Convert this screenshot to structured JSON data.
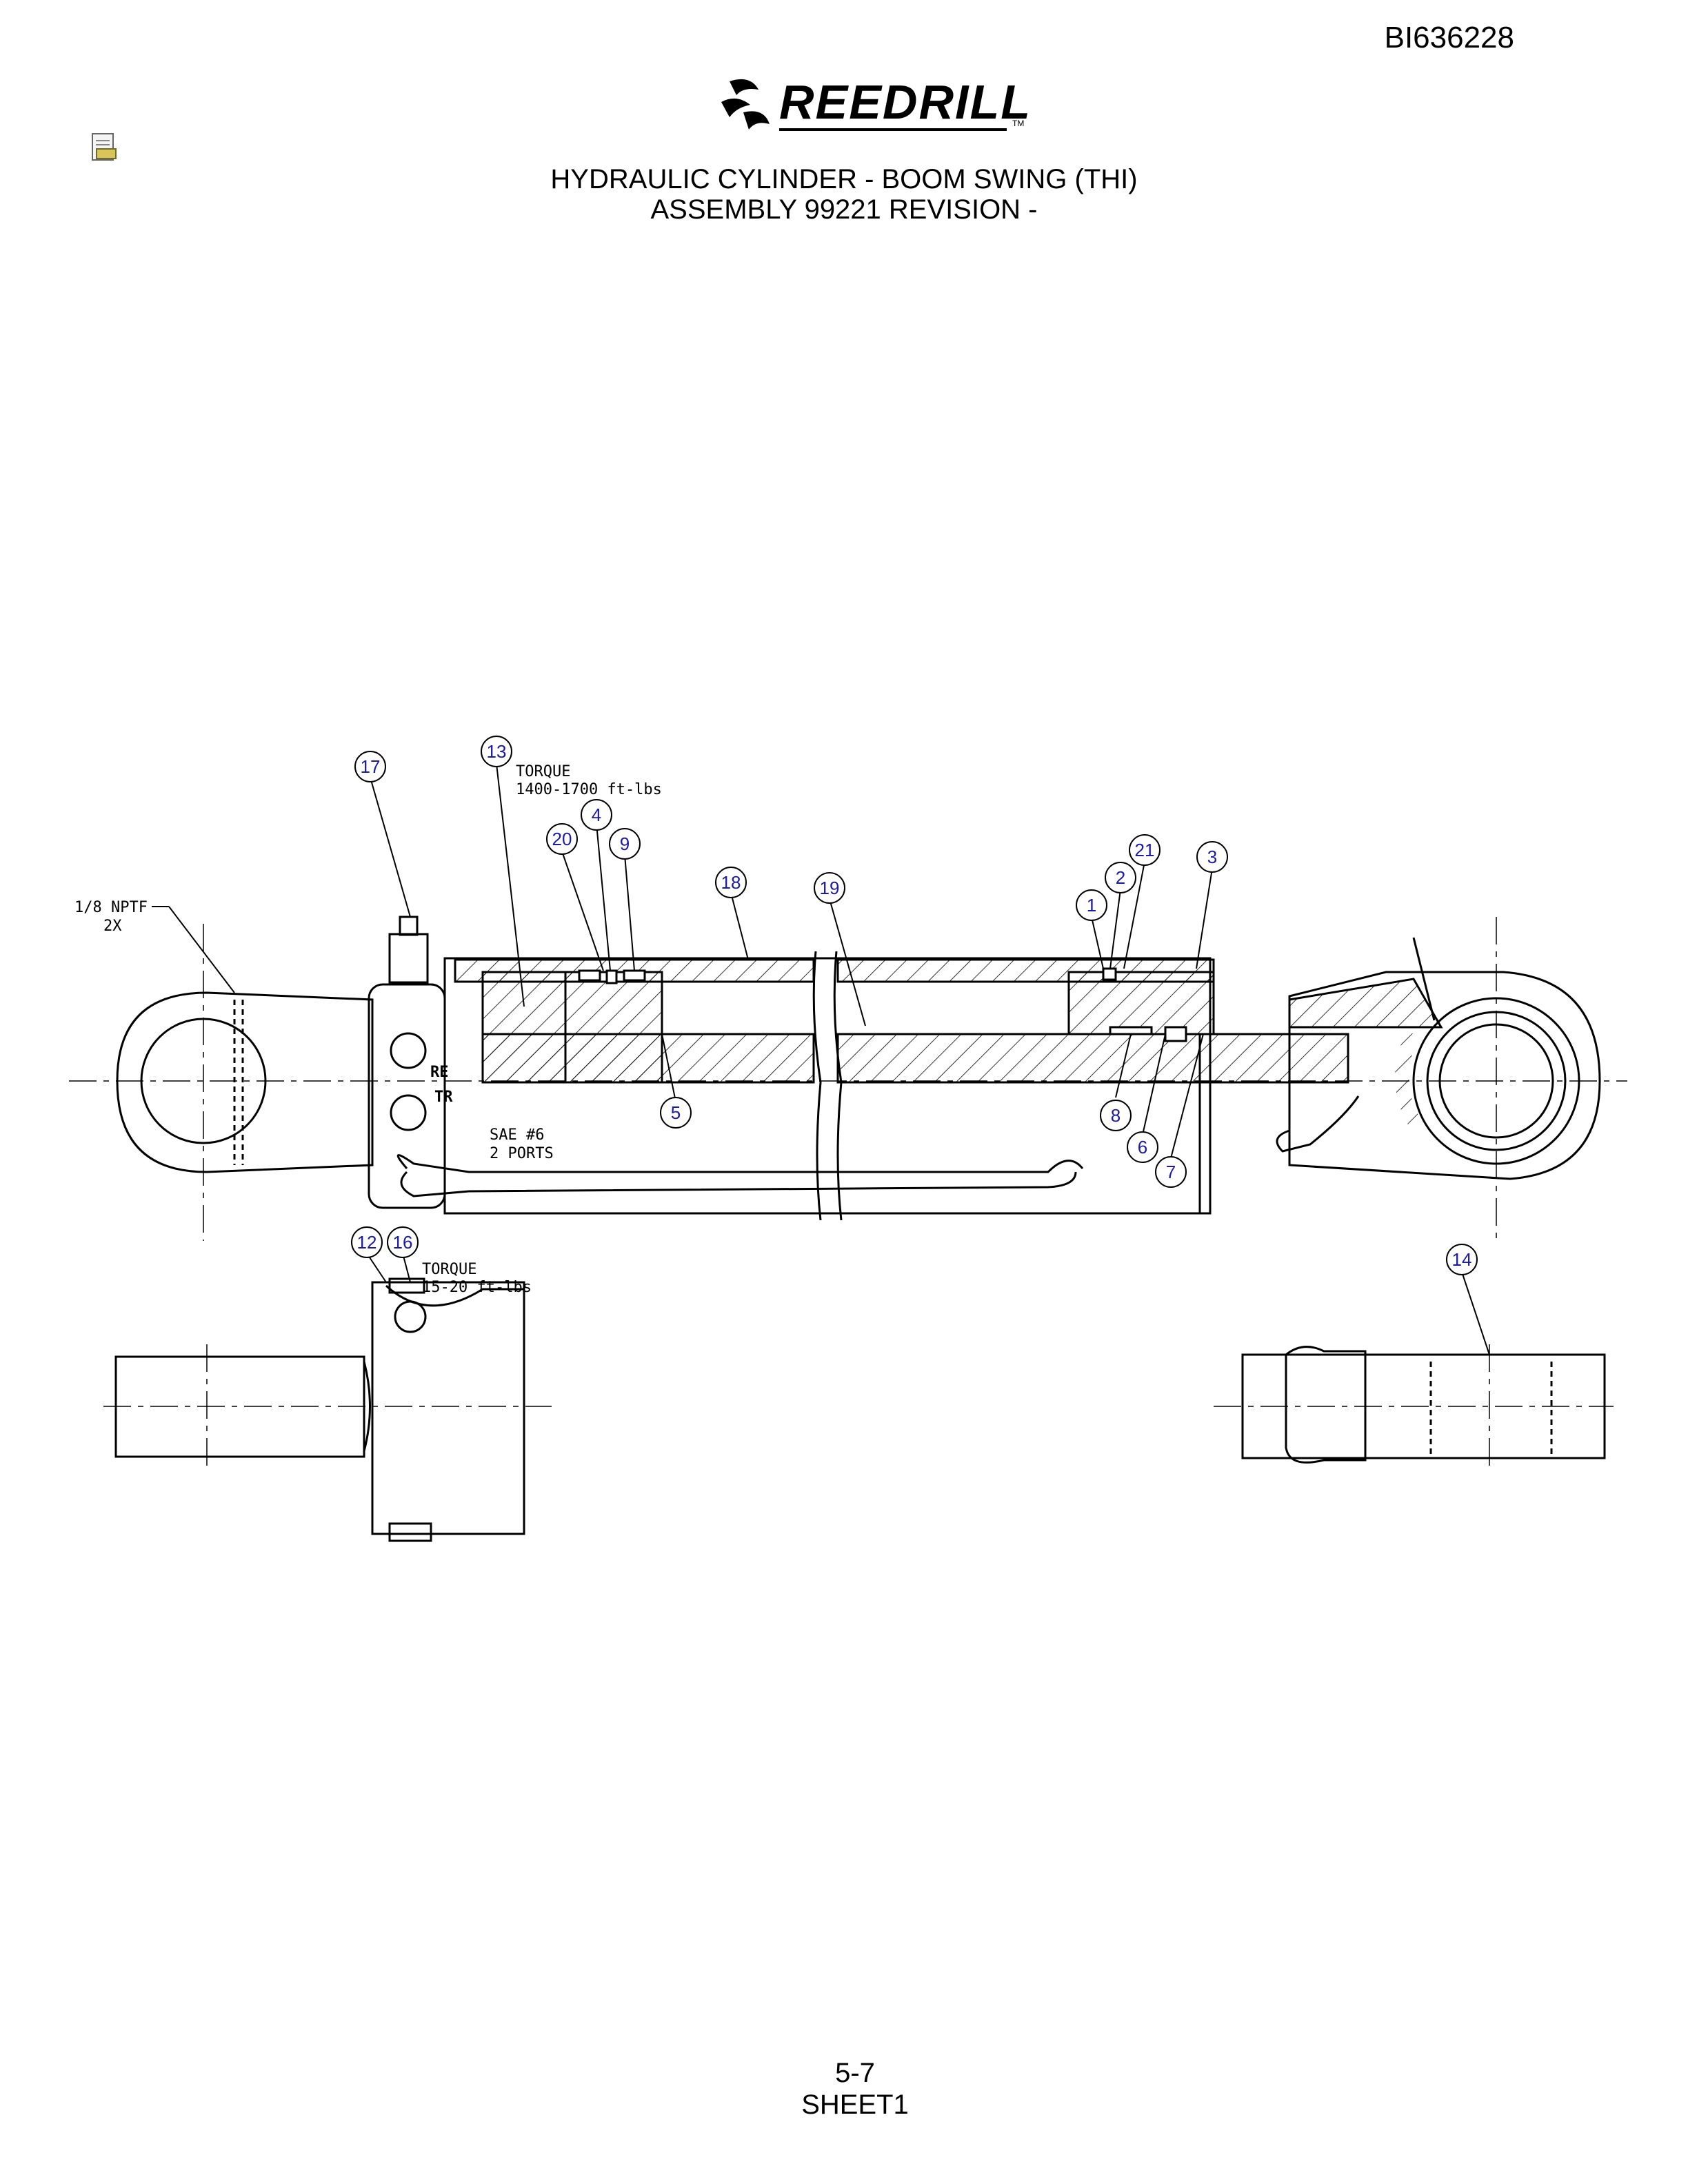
{
  "header": {
    "doc_id": "BI636228",
    "logo_text": "REEDRILL",
    "logo_tm": "TM",
    "title_line1": "HYDRAULIC CYLINDER - BOOM SWING (THI)",
    "title_line2": "ASSEMBLY 99221 REVISION -"
  },
  "notes": {
    "nptf_line1": "1/8 NPTF",
    "nptf_line2": "2X",
    "torque1_line1": "TORQUE",
    "torque1_line2": "1400-1700 ft-lbs",
    "sae_line1": "SAE #6",
    "sae_line2": "2 PORTS",
    "torque2_line1": "TORQUE",
    "torque2_line2": "15-20 ft-lbs",
    "port_re": "RE",
    "port_tr": "TR"
  },
  "balloons": [
    "17",
    "13",
    "4",
    "20",
    "9",
    "18",
    "19",
    "1",
    "2",
    "21",
    "3",
    "5",
    "8",
    "6",
    "7",
    "12",
    "16",
    "14"
  ],
  "footer": {
    "page": "5-7",
    "sheet": "SHEET1"
  }
}
